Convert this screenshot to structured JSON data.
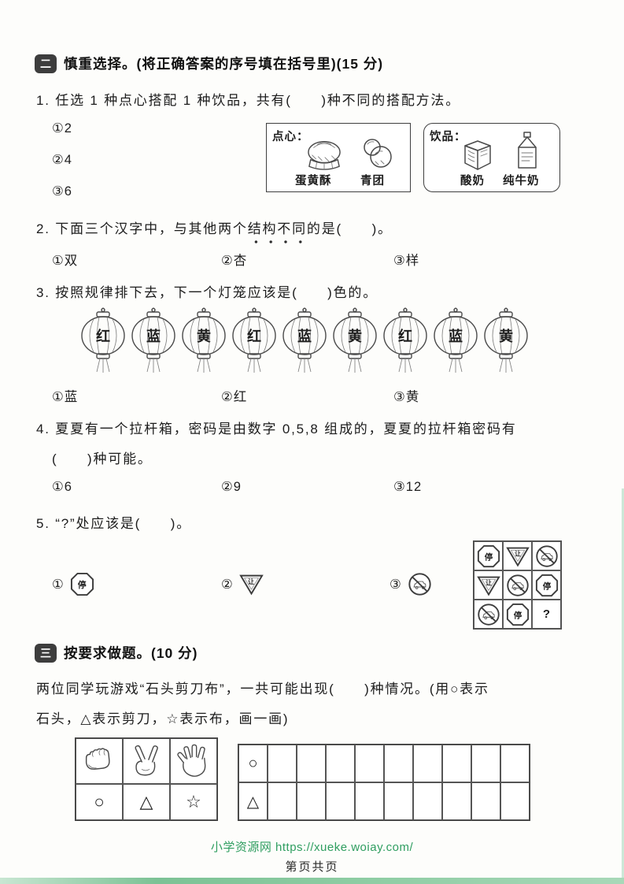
{
  "section2": {
    "badge": "二",
    "title": "慎重选择。(将正确答案的序号填在括号里)(15 分)"
  },
  "q1": {
    "text": "1. 任选 1 种点心搭配 1 种饮品，共有(　　)种不同的搭配方法。",
    "options": [
      "①2",
      "②4",
      "③6"
    ],
    "snack_label": "点心：",
    "snack_item1": "蛋黄酥",
    "snack_item2": "青团",
    "drink_label": "饮品：",
    "drink_item1": "酸奶",
    "drink_item2": "纯牛奶"
  },
  "q2": {
    "text_before": "2. 下面三个汉字中，与其他两个",
    "text_emph": "结构不同",
    "text_after": "的是(　　)。",
    "options": [
      "①双",
      "②杏",
      "③样"
    ]
  },
  "q3": {
    "text": "3. 按照规律排下去，下一个灯笼应该是(　　)色的。",
    "lanterns": [
      "红",
      "蓝",
      "黄",
      "红",
      "蓝",
      "黄",
      "红",
      "蓝",
      "黄"
    ],
    "options": [
      "①蓝",
      "②红",
      "③黄"
    ]
  },
  "q4": {
    "line1": "4. 夏夏有一个拉杆箱，密码是由数字 0,5,8 组成的，夏夏的拉杆箱密码有",
    "line2": "(　　)种可能。",
    "options": [
      "①6",
      "②9",
      "③12"
    ]
  },
  "q5": {
    "text": "5. “?”处应该是(　　)。",
    "option_nums": [
      "①",
      "②",
      "③"
    ],
    "sign_stop": "停",
    "sign_yield": "让",
    "unknown": "?",
    "grid": [
      [
        "stop",
        "yield",
        "no-parking"
      ],
      [
        "yield",
        "no-parking",
        "stop"
      ],
      [
        "no-parking",
        "stop",
        "?"
      ]
    ]
  },
  "section3": {
    "badge": "三",
    "title": "按要求做题。(10 分)"
  },
  "q6": {
    "line1": "两位同学玩游戏“石头剪刀布”，一共可能出现(　　)种情况。(用○表示",
    "line2": "石头，△表示剪刀，☆表示布，画一画)",
    "rock_symbol": "○",
    "scissors_symbol": "△",
    "paper_symbol": "☆",
    "grid_row1_symbol": "○",
    "grid_row2_symbol": "△"
  },
  "footer": {
    "site": "小学资源网 https://xueke.woiay.com/",
    "page": "第页共页"
  }
}
